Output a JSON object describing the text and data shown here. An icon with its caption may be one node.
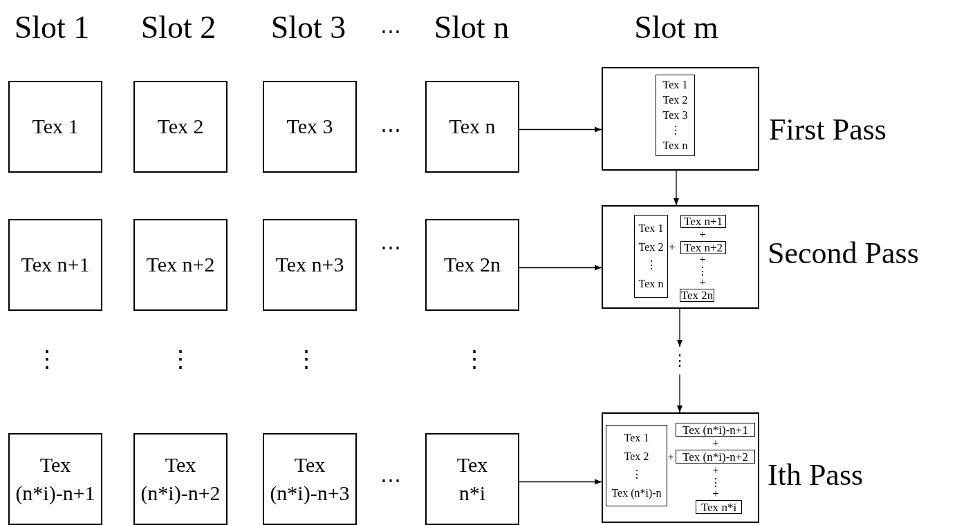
{
  "diagram": {
    "nodes": [
      {
        "text": [
          "Tex 1"
        ]
      },
      {
        "text": [
          "Tex 2"
        ]
      },
      {
        "text": [
          "Tex 3"
        ]
      },
      {
        "text": [
          "Tex n"
        ]
      },
      {
        "text": [],
        "shape": "box",
        "beside": [
          "First Pass"
        ]
      },
      {
        "text": [
          "Tex 1",
          "Tex 2",
          "Tex 3",
          "⋮",
          "Tex n"
        ],
        "in": 4
      },
      {
        "text": [
          "Tex n+1"
        ]
      },
      {
        "text": [
          "Tex n+2"
        ]
      },
      {
        "text": [
          "Tex n+3"
        ]
      },
      {
        "text": [
          "Tex 2n"
        ]
      },
      {
        "text": [],
        "shape": "box",
        "beside": [
          "Second Pass"
        ]
      },
      {
        "text": [
          "Tex 1",
          "Tex 2",
          "⋮",
          "Tex n"
        ],
        "in": 10
      },
      {
        "text": [
          "Tex n+1"
        ],
        "in": 10
      },
      {
        "text": [
          "Tex n+2"
        ],
        "in": 10
      },
      {
        "text": [
          "Tex 2n"
        ],
        "in": 10
      },
      {
        "text": [
          "Tex (n*i)-n+1"
        ]
      },
      {
        "text": [
          "Tex (n*i)-n+2"
        ]
      },
      {
        "text": [
          "Tex (n*i)-n+3"
        ]
      },
      {
        "text": [
          "Tex n*i"
        ]
      },
      {
        "text": [],
        "shape": "box",
        "beside": [
          "Ith Pass"
        ]
      },
      {
        "text": [
          "Tex 1",
          "Tex 2",
          "⋮",
          "Tex (n*i)-n"
        ],
        "in": 19
      },
      {
        "text": [
          "Tex (n*i)-n+1"
        ],
        "in": 19
      },
      {
        "text": [
          "Tex (n*i)-n+2"
        ],
        "in": 19
      },
      {
        "text": [
          "Tex n*i"
        ],
        "in": 19
      },
      {
        "text": [
          "⋮"
        ]
      }
    ],
    "edges": [
      {
        "from": 3,
        "to": 4,
        "arrow": "to"
      },
      {
        "from": 4,
        "to": 10,
        "arrow": "to"
      },
      {
        "from": 9,
        "to": 10,
        "arrow": "to"
      },
      {
        "from": 10,
        "to": 24,
        "arrow": "to"
      },
      {
        "from": 24,
        "to": 19,
        "arrow": "to"
      },
      {
        "from": 18,
        "to": 19,
        "arrow": "to"
      }
    ],
    "labels": [
      "Slot 1",
      "Slot 2",
      "Slot 3",
      "⋯",
      "Slot n",
      "Slot m",
      "⋯",
      "⋯",
      "+",
      "+",
      "+",
      "⋮",
      "+",
      "⋮",
      "⋮",
      "⋮",
      "⋮",
      "⋯",
      "+",
      "+",
      "+",
      "⋮",
      "+"
    ]
  }
}
